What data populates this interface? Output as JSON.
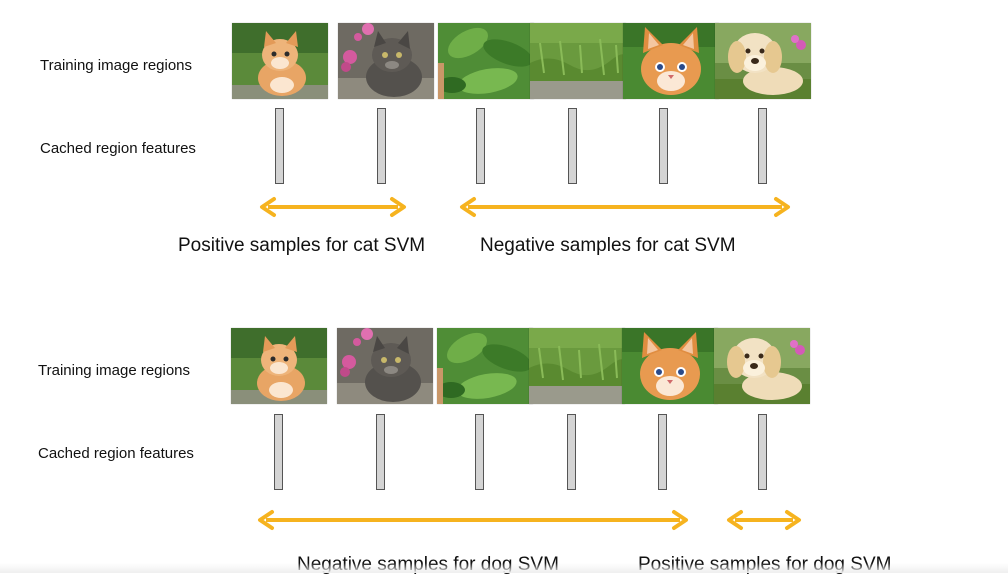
{
  "colors": {
    "arrow": "#F6B31F",
    "feature_bar": "#d4d4d4"
  },
  "panels": [
    {
      "training_label": "Training image regions",
      "features_label": "Cached region features",
      "thumbnails": [
        "kitten-orange",
        "kitten-gray-with-flowers",
        "green-leaves",
        "grass-patch",
        "kitten-face-orange",
        "puppy-yellow-lab"
      ],
      "positive_caption": "Positive samples for cat SVM",
      "negative_caption": "Negative samples for cat SVM"
    },
    {
      "training_label": "Training image regions",
      "features_label": "Cached region features",
      "thumbnails": [
        "kitten-orange",
        "kitten-gray-with-flowers",
        "green-leaves",
        "grass-patch",
        "kitten-face-orange",
        "puppy-yellow-lab"
      ],
      "negative_caption": "Negative samples for dog SVM",
      "positive_caption": "Positive samples for dog SVM"
    }
  ]
}
